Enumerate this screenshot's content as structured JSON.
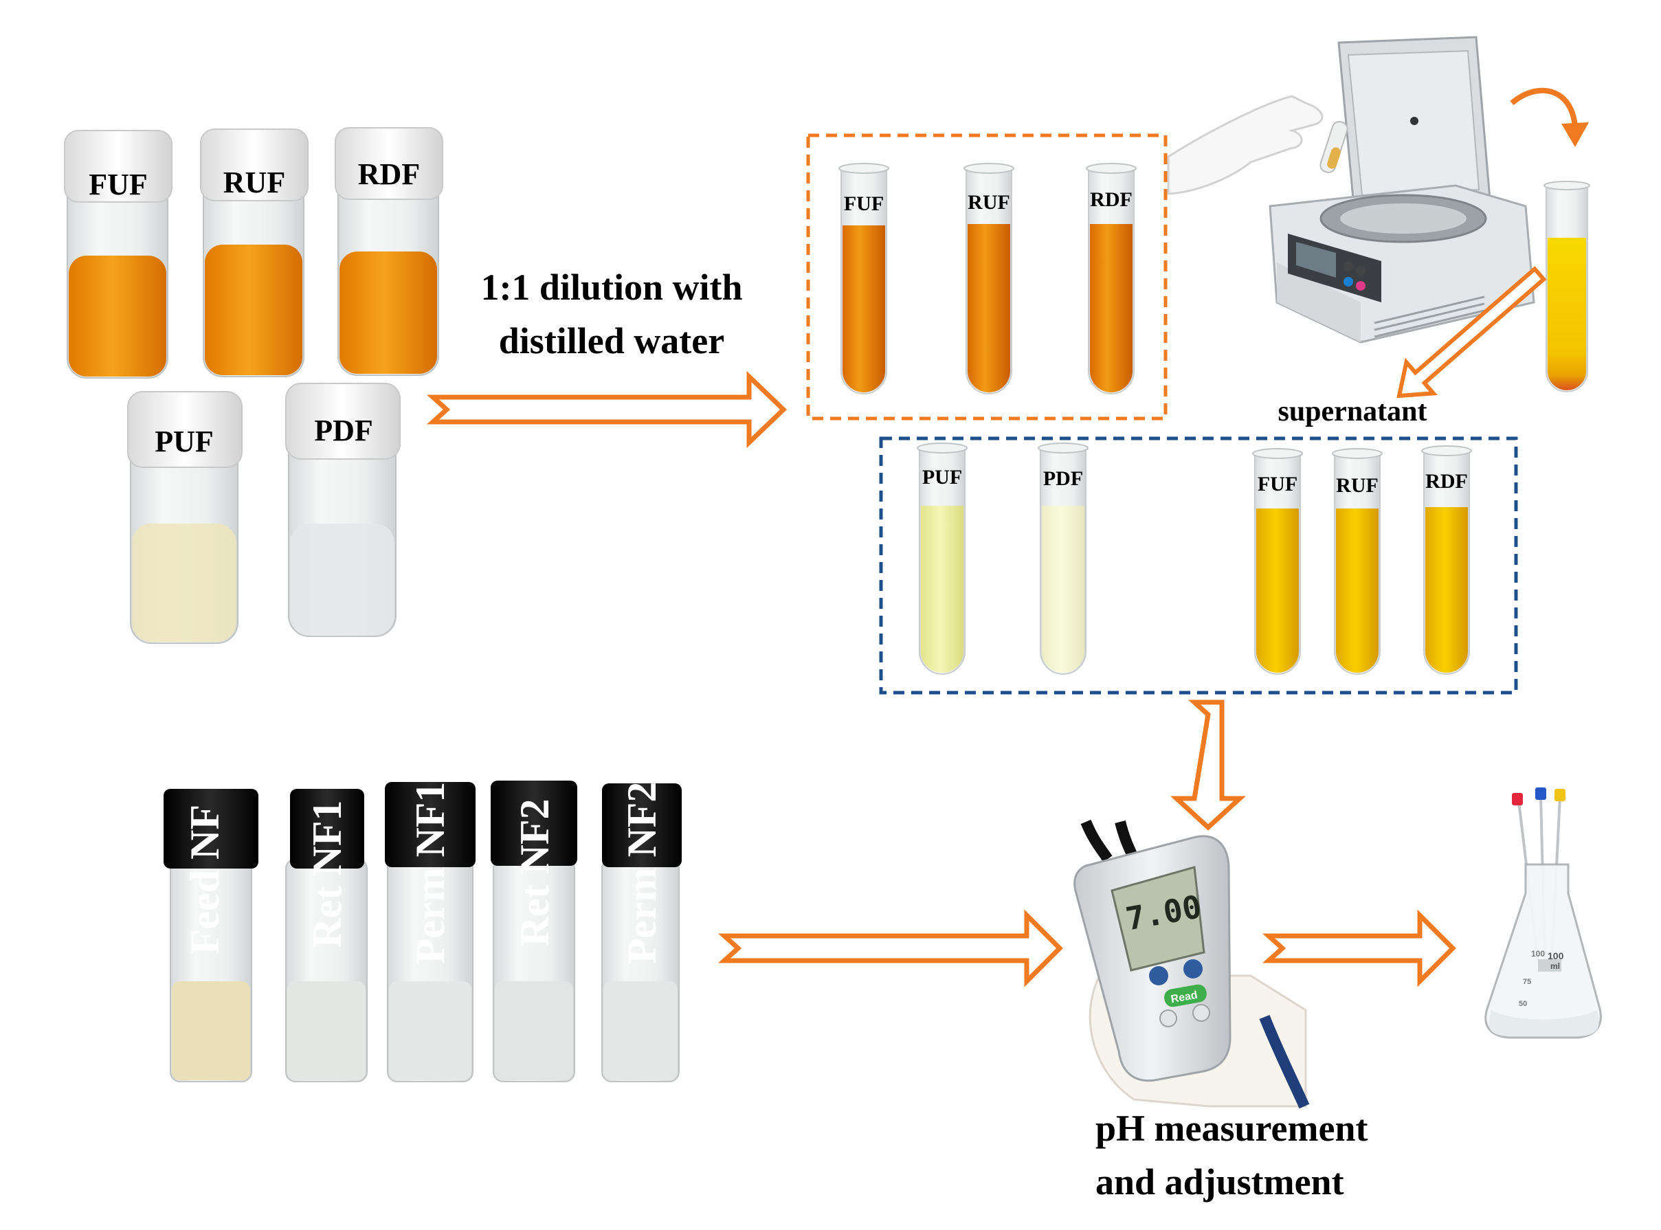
{
  "colors": {
    "accent_orange": "#F07A22",
    "box_blue": "#1F4E8C",
    "liquid_orange": "#F39A12",
    "liquid_yellow": "#F2C200",
    "liquid_pale": "#F3F3B5",
    "cap_black": "#111111",
    "cap_white": "#F4F4F4"
  },
  "vials_top": [
    "FUF",
    "RUF",
    "RDF"
  ],
  "vials_bottom": [
    "PUF",
    "PDF"
  ],
  "dilution_label_line1": "1:1 dilution with",
  "dilution_label_line2": "distilled water",
  "orange_box_tubes": [
    "FUF",
    "RUF",
    "RDF"
  ],
  "supernatant_label": "supernatant",
  "blue_box_tubes": [
    "PUF",
    "PDF",
    "FUF",
    "RUF",
    "RDF"
  ],
  "nf_vials": [
    "Feed NF",
    "Ret NF1",
    "Perm NF1",
    "Ret NF2",
    "Perm NF2"
  ],
  "ph_label_line1": "pH measurement",
  "ph_label_line2": "and adjustment",
  "meter_display": "7.00",
  "meter_button": "Read",
  "flask_marks": [
    "100",
    "100",
    "75",
    "50"
  ],
  "flask_unit": "ml"
}
